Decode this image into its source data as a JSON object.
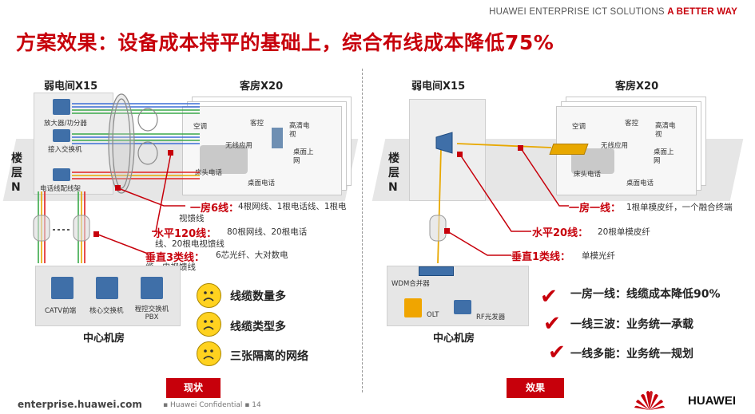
{
  "header": {
    "brand": "HUAWEI ENTERPRISE ICT SOLUTIONS",
    "tagline": "A BETTER WAY"
  },
  "title": "方案效果：设备成本持平的基础上，综合布线成本降低75%",
  "left": {
    "weak_room_title": "弱电间X15",
    "guest_room_title": "客房X20",
    "floor_label": "楼层N",
    "floor_chars": [
      "楼",
      "层",
      "N"
    ],
    "devices": [
      "放大器/功分器",
      "接入交换机",
      "电话线配线架"
    ],
    "room_items": [
      "空调",
      "客控",
      "高清电视",
      "无线应用",
      "床头电话",
      "桌面上网",
      "桌面电话"
    ],
    "callouts": [
      {
        "title": "一房6线：",
        "text": "4根网线、1根电话线、1根电视馈线"
      },
      {
        "title": "水平120线：",
        "text": "80根网线、20根电话线、20根电视馈线"
      },
      {
        "title": "垂直3类线：",
        "text": "6芯光纤、大对数电缆、电视馈线"
      }
    ],
    "center_devices": [
      "CATV前端",
      "核心交换机",
      "程控交换机PBX"
    ],
    "center_title": "中心机房",
    "problems": [
      "线缆数量多",
      "线缆类型多",
      "三张隔离的网络"
    ],
    "badge": "现状"
  },
  "right": {
    "weak_room_title": "弱电间X15",
    "guest_room_title": "客房X20",
    "floor_label": "楼层N",
    "floor_chars": [
      "楼",
      "层",
      "N"
    ],
    "room_items": [
      "空调",
      "客控",
      "高清电视",
      "无线应用",
      "床头电话",
      "桌面上网",
      "桌面电话"
    ],
    "callouts": [
      {
        "title": "一房一线：",
        "text": "1根单模皮纤，一个融合终端"
      },
      {
        "title": "水平20线：",
        "text": "20根单模皮纤"
      },
      {
        "title": "垂直1类线：",
        "text": "单模光纤"
      }
    ],
    "center_devices": [
      "WDM合并器",
      "OLT",
      "RF光发器"
    ],
    "center_title": "中心机房",
    "benefits": [
      "一房一线：线缆成本降低90%",
      "一线三波：业务统一承载",
      "一线多能：业务统一规划"
    ],
    "badge": "效果"
  },
  "footer": {
    "site": "enterprise.huawei.com",
    "confidential": "Huawei Confidential",
    "page": "14",
    "logo_text": "HUAWEI"
  },
  "colors": {
    "brand_red": "#c7000b",
    "cable_green": "#3aa94a",
    "cable_blue": "#3b6fd6",
    "cable_red": "#e02020",
    "fiber_yellow": "#e8a800",
    "bus_gray": "#b0b0b0"
  }
}
